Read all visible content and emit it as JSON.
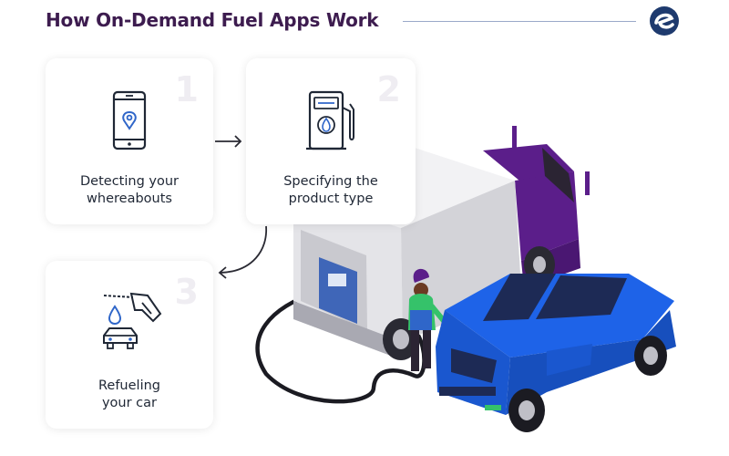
{
  "header": {
    "title": "How On-Demand Fuel Apps Work",
    "logo_icon": "e-logo-icon",
    "accent_color": "#3d1c4f",
    "rule_color": "#9aa9c9"
  },
  "steps": [
    {
      "number": "1",
      "line1": "Detecting your",
      "line2": "whereabouts",
      "icon": "smartphone-location-icon"
    },
    {
      "number": "2",
      "line1": "Specifying the",
      "line2": "product type",
      "icon": "fuel-pump-icon"
    },
    {
      "number": "3",
      "line1": "Refueling",
      "line2": "your car",
      "icon": "fuel-nozzle-car-icon"
    }
  ],
  "colors": {
    "icon_blue": "#2f66c9",
    "truck_purple": "#5b1e8a",
    "car_blue": "#1e63e8",
    "attendant_green": "#35c26a",
    "step_number": "#efedf2"
  }
}
